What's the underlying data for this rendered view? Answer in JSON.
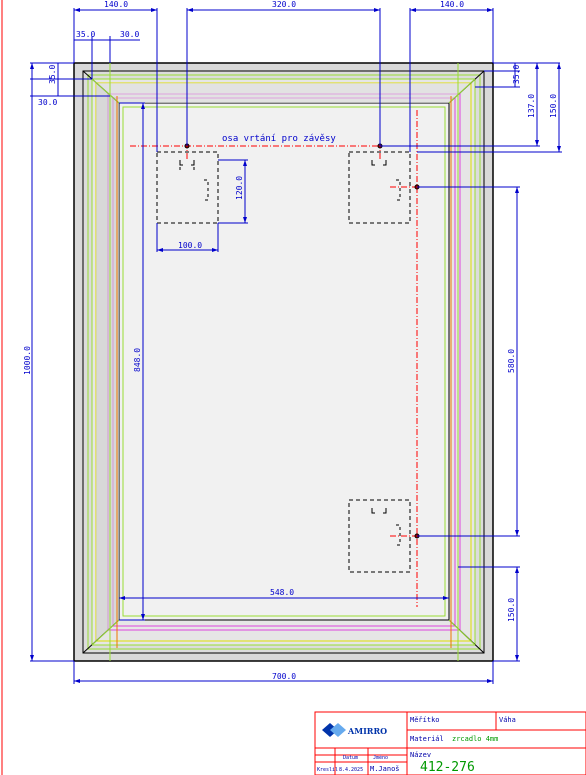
{
  "dimensions": {
    "top_left_140": "140.0",
    "top_center_320": "320.0",
    "top_right_140": "140.0",
    "top_35": "35.0",
    "top_30": "30.0",
    "left_35": "35.0",
    "left_30": "30.0",
    "right_35": "35.0",
    "right_137": "137.0",
    "right_150_top": "150.0",
    "hook_120": "120.0",
    "hook_100": "100.0",
    "height_1000": "1000.0",
    "height_848": "848.0",
    "right_580": "580.0",
    "width_548": "548.0",
    "right_150_bottom": "150.0",
    "width_700": "700.0"
  },
  "annotations": {
    "drill_axis": "osa vrtání pro závěsy"
  },
  "title_block": {
    "logo_text": "AMIRRO",
    "scale_label": "Měřítko",
    "weight_label": "Váha",
    "material_label": "Materiál",
    "material_value": "zrcadlo 4mm",
    "name_label": "Název",
    "name_value": "412-276",
    "date_header": "Datum",
    "person_header": "Jméno",
    "drawn_label": "Kreslil",
    "drawn_date": "8.4.2025",
    "drawn_by": "M.Janoš"
  },
  "colors": {
    "dimension": "#0000cc",
    "frame_outer": "#000000",
    "frame_fill": "#d9d9d9",
    "mirror_fill": "#f0f0f0",
    "frame_green": "#99dd33",
    "frame_yellow": "#dddd00",
    "frame_magenta": "#dd44dd",
    "frame_orange": "#ee7700",
    "axis_red": "#ff0000",
    "title_block_border": "#ff0000",
    "title_block_value": "#009900"
  }
}
